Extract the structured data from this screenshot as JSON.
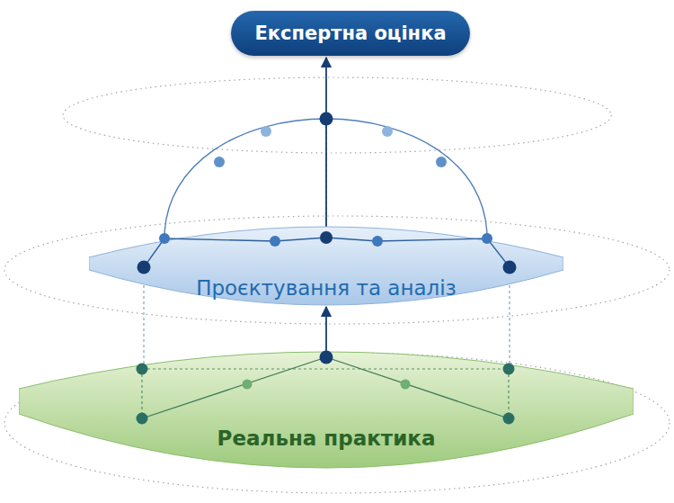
{
  "diagram": {
    "nodes": [
      {
        "text": [
          "Експертна оцінка"
        ]
      },
      {
        "text": [
          "Проєктування та аналіз"
        ]
      },
      {
        "text": [
          "Реальна практика"
        ]
      }
    ],
    "edges": [
      {
        "from": 2,
        "to": 1,
        "arrow": "to"
      },
      {
        "from": 1,
        "to": 0,
        "arrow": "to"
      }
    ]
  }
}
